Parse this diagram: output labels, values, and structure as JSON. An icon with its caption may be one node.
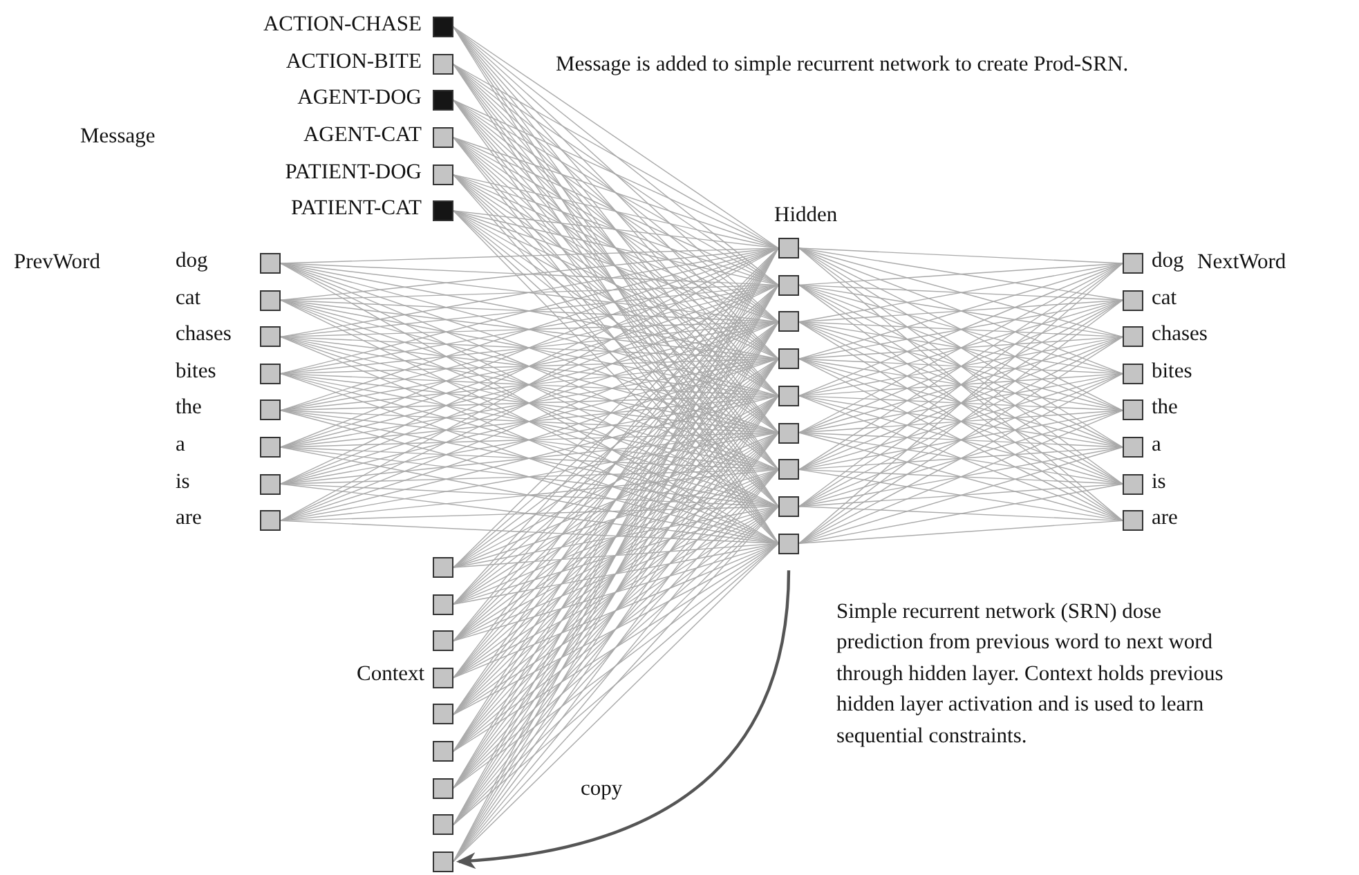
{
  "diagram": {
    "nodes": [
      {
        "text": [],
        "shape": "box",
        "beside": [
          "ACTION-CHASE"
        ]
      },
      {
        "text": [],
        "shape": "box",
        "beside": [
          "ACTION-BITE"
        ]
      },
      {
        "text": [],
        "shape": "box",
        "beside": [
          "AGENT-DOG"
        ]
      },
      {
        "text": [],
        "shape": "box",
        "beside": [
          "AGENT-CAT"
        ]
      },
      {
        "text": [],
        "shape": "box",
        "beside": [
          "PATIENT-DOG"
        ]
      },
      {
        "text": [],
        "shape": "box",
        "beside": [
          "PATIENT-CAT"
        ]
      },
      {
        "text": [],
        "shape": "box",
        "beside": [
          "dog"
        ]
      },
      {
        "text": [],
        "shape": "box",
        "beside": [
          "cat"
        ]
      },
      {
        "text": [],
        "shape": "box",
        "beside": [
          "chases"
        ]
      },
      {
        "text": [],
        "shape": "box",
        "beside": [
          "bites"
        ]
      },
      {
        "text": [],
        "shape": "box",
        "beside": [
          "the"
        ]
      },
      {
        "text": [],
        "shape": "box",
        "beside": [
          "a"
        ]
      },
      {
        "text": [],
        "shape": "box",
        "beside": [
          "is"
        ]
      },
      {
        "text": [],
        "shape": "box",
        "beside": [
          "are"
        ]
      },
      {
        "text": [],
        "shape": "box"
      },
      {
        "text": [],
        "shape": "box"
      },
      {
        "text": [],
        "shape": "box"
      },
      {
        "text": [],
        "shape": "box"
      },
      {
        "text": [],
        "shape": "box"
      },
      {
        "text": [],
        "shape": "box"
      },
      {
        "text": [],
        "shape": "box"
      },
      {
        "text": [],
        "shape": "box"
      },
      {
        "text": [],
        "shape": "box"
      },
      {
        "text": [],
        "shape": "box",
        "beside": [
          "dog"
        ]
      },
      {
        "text": [],
        "shape": "box",
        "beside": [
          "cat"
        ]
      },
      {
        "text": [],
        "shape": "box",
        "beside": [
          "chases"
        ]
      },
      {
        "text": [],
        "shape": "box",
        "beside": [
          "bites"
        ]
      },
      {
        "text": [],
        "shape": "box",
        "beside": [
          "the"
        ]
      },
      {
        "text": [],
        "shape": "box",
        "beside": [
          "a"
        ]
      },
      {
        "text": [],
        "shape": "box",
        "beside": [
          "is"
        ]
      },
      {
        "text": [],
        "shape": "box",
        "beside": [
          "are"
        ]
      },
      {
        "text": [],
        "shape": "box"
      },
      {
        "text": [],
        "shape": "box"
      },
      {
        "text": [],
        "shape": "box"
      },
      {
        "text": [],
        "shape": "box"
      },
      {
        "text": [],
        "shape": "box"
      },
      {
        "text": [],
        "shape": "box"
      },
      {
        "text": [],
        "shape": "box"
      },
      {
        "text": [],
        "shape": "box"
      },
      {
        "text": [],
        "shape": "box"
      }
    ],
    "edges": [
      {
        "from": 0,
        "to": 14,
        "arrow": "none"
      },
      {
        "from": 0,
        "to": 15,
        "arrow": "none"
      },
      {
        "from": 0,
        "to": 16,
        "arrow": "none"
      },
      {
        "from": 0,
        "to": 17,
        "arrow": "none"
      },
      {
        "from": 0,
        "to": 18,
        "arrow": "none"
      },
      {
        "from": 0,
        "to": 19,
        "arrow": "none"
      },
      {
        "from": 0,
        "to": 20,
        "arrow": "none"
      },
      {
        "from": 0,
        "to": 21,
        "arrow": "none"
      },
      {
        "from": 0,
        "to": 22,
        "arrow": "none"
      },
      {
        "from": 1,
        "to": 14,
        "arrow": "none"
      },
      {
        "from": 1,
        "to": 15,
        "arrow": "none"
      },
      {
        "from": 1,
        "to": 16,
        "arrow": "none"
      },
      {
        "from": 1,
        "to": 17,
        "arrow": "none"
      },
      {
        "from": 1,
        "to": 18,
        "arrow": "none"
      },
      {
        "from": 1,
        "to": 19,
        "arrow": "none"
      },
      {
        "from": 1,
        "to": 20,
        "arrow": "none"
      },
      {
        "from": 1,
        "to": 21,
        "arrow": "none"
      },
      {
        "from": 1,
        "to": 22,
        "arrow": "none"
      },
      {
        "from": 2,
        "to": 14,
        "arrow": "none"
      },
      {
        "from": 2,
        "to": 15,
        "arrow": "none"
      },
      {
        "from": 2,
        "to": 16,
        "arrow": "none"
      },
      {
        "from": 2,
        "to": 17,
        "arrow": "none"
      },
      {
        "from": 2,
        "to": 18,
        "arrow": "none"
      },
      {
        "from": 2,
        "to": 19,
        "arrow": "none"
      },
      {
        "from": 2,
        "to": 20,
        "arrow": "none"
      },
      {
        "from": 2,
        "to": 21,
        "arrow": "none"
      },
      {
        "from": 2,
        "to": 22,
        "arrow": "none"
      },
      {
        "from": 3,
        "to": 14,
        "arrow": "none"
      },
      {
        "from": 3,
        "to": 15,
        "arrow": "none"
      },
      {
        "from": 3,
        "to": 16,
        "arrow": "none"
      },
      {
        "from": 3,
        "to": 17,
        "arrow": "none"
      },
      {
        "from": 3,
        "to": 18,
        "arrow": "none"
      },
      {
        "from": 3,
        "to": 19,
        "arrow": "none"
      },
      {
        "from": 3,
        "to": 20,
        "arrow": "none"
      },
      {
        "from": 3,
        "to": 21,
        "arrow": "none"
      },
      {
        "from": 3,
        "to": 22,
        "arrow": "none"
      },
      {
        "from": 4,
        "to": 14,
        "arrow": "none"
      },
      {
        "from": 4,
        "to": 15,
        "arrow": "none"
      },
      {
        "from": 4,
        "to": 16,
        "arrow": "none"
      },
      {
        "from": 4,
        "to": 17,
        "arrow": "none"
      },
      {
        "from": 4,
        "to": 18,
        "arrow": "none"
      },
      {
        "from": 4,
        "to": 19,
        "arrow": "none"
      },
      {
        "from": 4,
        "to": 20,
        "arrow": "none"
      },
      {
        "from": 4,
        "to": 21,
        "arrow": "none"
      },
      {
        "from": 4,
        "to": 22,
        "arrow": "none"
      },
      {
        "from": 5,
        "to": 14,
        "arrow": "none"
      },
      {
        "from": 5,
        "to": 15,
        "arrow": "none"
      },
      {
        "from": 5,
        "to": 16,
        "arrow": "none"
      },
      {
        "from": 5,
        "to": 17,
        "arrow": "none"
      },
      {
        "from": 5,
        "to": 18,
        "arrow": "none"
      },
      {
        "from": 5,
        "to": 19,
        "arrow": "none"
      },
      {
        "from": 5,
        "to": 20,
        "arrow": "none"
      },
      {
        "from": 5,
        "to": 21,
        "arrow": "none"
      },
      {
        "from": 5,
        "to": 22,
        "arrow": "none"
      },
      {
        "from": 6,
        "to": 14,
        "arrow": "none"
      },
      {
        "from": 6,
        "to": 15,
        "arrow": "none"
      },
      {
        "from": 6,
        "to": 16,
        "arrow": "none"
      },
      {
        "from": 6,
        "to": 17,
        "arrow": "none"
      },
      {
        "from": 6,
        "to": 18,
        "arrow": "none"
      },
      {
        "from": 6,
        "to": 19,
        "arrow": "none"
      },
      {
        "from": 6,
        "to": 20,
        "arrow": "none"
      },
      {
        "from": 6,
        "to": 21,
        "arrow": "none"
      },
      {
        "from": 6,
        "to": 22,
        "arrow": "none"
      },
      {
        "from": 7,
        "to": 14,
        "arrow": "none"
      },
      {
        "from": 7,
        "to": 15,
        "arrow": "none"
      },
      {
        "from": 7,
        "to": 16,
        "arrow": "none"
      },
      {
        "from": 7,
        "to": 17,
        "arrow": "none"
      },
      {
        "from": 7,
        "to": 18,
        "arrow": "none"
      },
      {
        "from": 7,
        "to": 19,
        "arrow": "none"
      },
      {
        "from": 7,
        "to": 20,
        "arrow": "none"
      },
      {
        "from": 7,
        "to": 21,
        "arrow": "none"
      },
      {
        "from": 7,
        "to": 22,
        "arrow": "none"
      },
      {
        "from": 8,
        "to": 14,
        "arrow": "none"
      },
      {
        "from": 8,
        "to": 15,
        "arrow": "none"
      },
      {
        "from": 8,
        "to": 16,
        "arrow": "none"
      },
      {
        "from": 8,
        "to": 17,
        "arrow": "none"
      },
      {
        "from": 8,
        "to": 18,
        "arrow": "none"
      },
      {
        "from": 8,
        "to": 19,
        "arrow": "none"
      },
      {
        "from": 8,
        "to": 20,
        "arrow": "none"
      },
      {
        "from": 8,
        "to": 21,
        "arrow": "none"
      },
      {
        "from": 8,
        "to": 22,
        "arrow": "none"
      },
      {
        "from": 9,
        "to": 14,
        "arrow": "none"
      },
      {
        "from": 9,
        "to": 15,
        "arrow": "none"
      },
      {
        "from": 9,
        "to": 16,
        "arrow": "none"
      },
      {
        "from": 9,
        "to": 17,
        "arrow": "none"
      },
      {
        "from": 9,
        "to": 18,
        "arrow": "none"
      },
      {
        "from": 9,
        "to": 19,
        "arrow": "none"
      },
      {
        "from": 9,
        "to": 20,
        "arrow": "none"
      },
      {
        "from": 9,
        "to": 21,
        "arrow": "none"
      },
      {
        "from": 9,
        "to": 22,
        "arrow": "none"
      },
      {
        "from": 10,
        "to": 14,
        "arrow": "none"
      },
      {
        "from": 10,
        "to": 15,
        "arrow": "none"
      },
      {
        "from": 10,
        "to": 16,
        "arrow": "none"
      },
      {
        "from": 10,
        "to": 17,
        "arrow": "none"
      },
      {
        "from": 10,
        "to": 18,
        "arrow": "none"
      },
      {
        "from": 10,
        "to": 19,
        "arrow": "none"
      },
      {
        "from": 10,
        "to": 20,
        "arrow": "none"
      },
      {
        "from": 10,
        "to": 21,
        "arrow": "none"
      },
      {
        "from": 10,
        "to": 22,
        "arrow": "none"
      },
      {
        "from": 11,
        "to": 14,
        "arrow": "none"
      },
      {
        "from": 11,
        "to": 15,
        "arrow": "none"
      },
      {
        "from": 11,
        "to": 16,
        "arrow": "none"
      },
      {
        "from": 11,
        "to": 17,
        "arrow": "none"
      },
      {
        "from": 11,
        "to": 18,
        "arrow": "none"
      },
      {
        "from": 11,
        "to": 19,
        "arrow": "none"
      },
      {
        "from": 11,
        "to": 20,
        "arrow": "none"
      },
      {
        "from": 11,
        "to": 21,
        "arrow": "none"
      },
      {
        "from": 11,
        "to": 22,
        "arrow": "none"
      },
      {
        "from": 12,
        "to": 14,
        "arrow": "none"
      },
      {
        "from": 12,
        "to": 15,
        "arrow": "none"
      },
      {
        "from": 12,
        "to": 16,
        "arrow": "none"
      },
      {
        "from": 12,
        "to": 17,
        "arrow": "none"
      },
      {
        "from": 12,
        "to": 18,
        "arrow": "none"
      },
      {
        "from": 12,
        "to": 19,
        "arrow": "none"
      },
      {
        "from": 12,
        "to": 20,
        "arrow": "none"
      },
      {
        "from": 12,
        "to": 21,
        "arrow": "none"
      },
      {
        "from": 12,
        "to": 22,
        "arrow": "none"
      },
      {
        "from": 13,
        "to": 14,
        "arrow": "none"
      },
      {
        "from": 13,
        "to": 15,
        "arrow": "none"
      },
      {
        "from": 13,
        "to": 16,
        "arrow": "none"
      },
      {
        "from": 13,
        "to": 17,
        "arrow": "none"
      },
      {
        "from": 13,
        "to": 18,
        "arrow": "none"
      },
      {
        "from": 13,
        "to": 19,
        "arrow": "none"
      },
      {
        "from": 13,
        "to": 20,
        "arrow": "none"
      },
      {
        "from": 13,
        "to": 21,
        "arrow": "none"
      },
      {
        "from": 13,
        "to": 22,
        "arrow": "none"
      },
      {
        "from": 31,
        "to": 14,
        "arrow": "none"
      },
      {
        "from": 31,
        "to": 15,
        "arrow": "none"
      },
      {
        "from": 31,
        "to": 16,
        "arrow": "none"
      },
      {
        "from": 31,
        "to": 17,
        "arrow": "none"
      },
      {
        "from": 31,
        "to": 18,
        "arrow": "none"
      },
      {
        "from": 31,
        "to": 19,
        "arrow": "none"
      },
      {
        "from": 31,
        "to": 20,
        "arrow": "none"
      },
      {
        "from": 31,
        "to": 21,
        "arrow": "none"
      },
      {
        "from": 31,
        "to": 22,
        "arrow": "none"
      },
      {
        "from": 32,
        "to": 14,
        "arrow": "none"
      },
      {
        "from": 32,
        "to": 15,
        "arrow": "none"
      },
      {
        "from": 32,
        "to": 16,
        "arrow": "none"
      },
      {
        "from": 32,
        "to": 17,
        "arrow": "none"
      },
      {
        "from": 32,
        "to": 18,
        "arrow": "none"
      },
      {
        "from": 32,
        "to": 19,
        "arrow": "none"
      },
      {
        "from": 32,
        "to": 20,
        "arrow": "none"
      },
      {
        "from": 32,
        "to": 21,
        "arrow": "none"
      },
      {
        "from": 32,
        "to": 22,
        "arrow": "none"
      },
      {
        "from": 33,
        "to": 14,
        "arrow": "none"
      },
      {
        "from": 33,
        "to": 15,
        "arrow": "none"
      },
      {
        "from": 33,
        "to": 16,
        "arrow": "none"
      },
      {
        "from": 33,
        "to": 17,
        "arrow": "none"
      },
      {
        "from": 33,
        "to": 18,
        "arrow": "none"
      },
      {
        "from": 33,
        "to": 19,
        "arrow": "none"
      },
      {
        "from": 33,
        "to": 20,
        "arrow": "none"
      },
      {
        "from": 33,
        "to": 21,
        "arrow": "none"
      },
      {
        "from": 33,
        "to": 22,
        "arrow": "none"
      },
      {
        "from": 34,
        "to": 14,
        "arrow": "none"
      },
      {
        "from": 34,
        "to": 15,
        "arrow": "none"
      },
      {
        "from": 34,
        "to": 16,
        "arrow": "none"
      },
      {
        "from": 34,
        "to": 17,
        "arrow": "none"
      },
      {
        "from": 34,
        "to": 18,
        "arrow": "none"
      },
      {
        "from": 34,
        "to": 19,
        "arrow": "none"
      },
      {
        "from": 34,
        "to": 20,
        "arrow": "none"
      },
      {
        "from": 34,
        "to": 21,
        "arrow": "none"
      },
      {
        "from": 34,
        "to": 22,
        "arrow": "none"
      },
      {
        "from": 35,
        "to": 14,
        "arrow": "none"
      },
      {
        "from": 35,
        "to": 15,
        "arrow": "none"
      },
      {
        "from": 35,
        "to": 16,
        "arrow": "none"
      },
      {
        "from": 35,
        "to": 17,
        "arrow": "none"
      },
      {
        "from": 35,
        "to": 18,
        "arrow": "none"
      },
      {
        "from": 35,
        "to": 19,
        "arrow": "none"
      },
      {
        "from": 35,
        "to": 20,
        "arrow": "none"
      },
      {
        "from": 35,
        "to": 21,
        "arrow": "none"
      },
      {
        "from": 35,
        "to": 22,
        "arrow": "none"
      },
      {
        "from": 36,
        "to": 14,
        "arrow": "none"
      },
      {
        "from": 36,
        "to": 15,
        "arrow": "none"
      },
      {
        "from": 36,
        "to": 16,
        "arrow": "none"
      },
      {
        "from": 36,
        "to": 17,
        "arrow": "none"
      },
      {
        "from": 36,
        "to": 18,
        "arrow": "none"
      },
      {
        "from": 36,
        "to": 19,
        "arrow": "none"
      },
      {
        "from": 36,
        "to": 20,
        "arrow": "none"
      },
      {
        "from": 36,
        "to": 21,
        "arrow": "none"
      },
      {
        "from": 36,
        "to": 22,
        "arrow": "none"
      },
      {
        "from": 37,
        "to": 14,
        "arrow": "none"
      },
      {
        "from": 37,
        "to": 15,
        "arrow": "none"
      },
      {
        "from": 37,
        "to": 16,
        "arrow": "none"
      },
      {
        "from": 37,
        "to": 17,
        "arrow": "none"
      },
      {
        "from": 37,
        "to": 18,
        "arrow": "none"
      },
      {
        "from": 37,
        "to": 19,
        "arrow": "none"
      },
      {
        "from": 37,
        "to": 20,
        "arrow": "none"
      },
      {
        "from": 37,
        "to": 21,
        "arrow": "none"
      },
      {
        "from": 37,
        "to": 22,
        "arrow": "none"
      },
      {
        "from": 38,
        "to": 14,
        "arrow": "none"
      },
      {
        "from": 38,
        "to": 15,
        "arrow": "none"
      },
      {
        "from": 38,
        "to": 16,
        "arrow": "none"
      },
      {
        "from": 38,
        "to": 17,
        "arrow": "none"
      },
      {
        "from": 38,
        "to": 18,
        "arrow": "none"
      },
      {
        "from": 38,
        "to": 19,
        "arrow": "none"
      },
      {
        "from": 38,
        "to": 20,
        "arrow": "none"
      },
      {
        "from": 38,
        "to": 21,
        "arrow": "none"
      },
      {
        "from": 38,
        "to": 22,
        "arrow": "none"
      },
      {
        "from": 39,
        "to": 14,
        "arrow": "none"
      },
      {
        "from": 39,
        "to": 15,
        "arrow": "none"
      },
      {
        "from": 39,
        "to": 16,
        "arrow": "none"
      },
      {
        "from": 39,
        "to": 17,
        "arrow": "none"
      },
      {
        "from": 39,
        "to": 18,
        "arrow": "none"
      },
      {
        "from": 39,
        "to": 19,
        "arrow": "none"
      },
      {
        "from": 39,
        "to": 20,
        "arrow": "none"
      },
      {
        "from": 39,
        "to": 21,
        "arrow": "none"
      },
      {
        "from": 39,
        "to": 22,
        "arrow": "none"
      },
      {
        "from": 14,
        "to": 23,
        "arrow": "none"
      },
      {
        "from": 14,
        "to": 24,
        "arrow": "none"
      },
      {
        "from": 14,
        "to": 25,
        "arrow": "none"
      },
      {
        "from": 14,
        "to": 26,
        "arrow": "none"
      },
      {
        "from": 14,
        "to": 27,
        "arrow": "none"
      },
      {
        "from": 14,
        "to": 28,
        "arrow": "none"
      },
      {
        "from": 14,
        "to": 29,
        "arrow": "none"
      },
      {
        "from": 14,
        "to": 30,
        "arrow": "none"
      },
      {
        "from": 15,
        "to": 23,
        "arrow": "none"
      },
      {
        "from": 15,
        "to": 24,
        "arrow": "none"
      },
      {
        "from": 15,
        "to": 25,
        "arrow": "none"
      },
      {
        "from": 15,
        "to": 26,
        "arrow": "none"
      },
      {
        "from": 15,
        "to": 27,
        "arrow": "none"
      },
      {
        "from": 15,
        "to": 28,
        "arrow": "none"
      },
      {
        "from": 15,
        "to": 29,
        "arrow": "none"
      },
      {
        "from": 15,
        "to": 30,
        "arrow": "none"
      },
      {
        "from": 16,
        "to": 23,
        "arrow": "none"
      },
      {
        "from": 16,
        "to": 24,
        "arrow": "none"
      },
      {
        "from": 16,
        "to": 25,
        "arrow": "none"
      },
      {
        "from": 16,
        "to": 26,
        "arrow": "none"
      },
      {
        "from": 16,
        "to": 27,
        "arrow": "none"
      },
      {
        "from": 16,
        "to": 28,
        "arrow": "none"
      },
      {
        "from": 16,
        "to": 29,
        "arrow": "none"
      },
      {
        "from": 16,
        "to": 30,
        "arrow": "none"
      },
      {
        "from": 17,
        "to": 23,
        "arrow": "none"
      },
      {
        "from": 17,
        "to": 24,
        "arrow": "none"
      },
      {
        "from": 17,
        "to": 25,
        "arrow": "none"
      },
      {
        "from": 17,
        "to": 26,
        "arrow": "none"
      },
      {
        "from": 17,
        "to": 27,
        "arrow": "none"
      },
      {
        "from": 17,
        "to": 28,
        "arrow": "none"
      },
      {
        "from": 17,
        "to": 29,
        "arrow": "none"
      },
      {
        "from": 17,
        "to": 30,
        "arrow": "none"
      },
      {
        "from": 18,
        "to": 23,
        "arrow": "none"
      },
      {
        "from": 18,
        "to": 24,
        "arrow": "none"
      },
      {
        "from": 18,
        "to": 25,
        "arrow": "none"
      },
      {
        "from": 18,
        "to": 26,
        "arrow": "none"
      },
      {
        "from": 18,
        "to": 27,
        "arrow": "none"
      },
      {
        "from": 18,
        "to": 28,
        "arrow": "none"
      },
      {
        "from": 18,
        "to": 29,
        "arrow": "none"
      },
      {
        "from": 18,
        "to": 30,
        "arrow": "none"
      },
      {
        "from": 19,
        "to": 23,
        "arrow": "none"
      },
      {
        "from": 19,
        "to": 24,
        "arrow": "none"
      },
      {
        "from": 19,
        "to": 25,
        "arrow": "none"
      },
      {
        "from": 19,
        "to": 26,
        "arrow": "none"
      },
      {
        "from": 19,
        "to": 27,
        "arrow": "none"
      },
      {
        "from": 19,
        "to": 28,
        "arrow": "none"
      },
      {
        "from": 19,
        "to": 29,
        "arrow": "none"
      },
      {
        "from": 19,
        "to": 30,
        "arrow": "none"
      },
      {
        "from": 20,
        "to": 23,
        "arrow": "none"
      },
      {
        "from": 20,
        "to": 24,
        "arrow": "none"
      },
      {
        "from": 20,
        "to": 25,
        "arrow": "none"
      },
      {
        "from": 20,
        "to": 26,
        "arrow": "none"
      },
      {
        "from": 20,
        "to": 27,
        "arrow": "none"
      },
      {
        "from": 20,
        "to": 28,
        "arrow": "none"
      },
      {
        "from": 20,
        "to": 29,
        "arrow": "none"
      },
      {
        "from": 20,
        "to": 30,
        "arrow": "none"
      },
      {
        "from": 21,
        "to": 23,
        "arrow": "none"
      },
      {
        "from": 21,
        "to": 24,
        "arrow": "none"
      },
      {
        "from": 21,
        "to": 25,
        "arrow": "none"
      },
      {
        "from": 21,
        "to": 26,
        "arrow": "none"
      },
      {
        "from": 21,
        "to": 27,
        "arrow": "none"
      },
      {
        "from": 21,
        "to": 28,
        "arrow": "none"
      },
      {
        "from": 21,
        "to": 29,
        "arrow": "none"
      },
      {
        "from": 21,
        "to": 30,
        "arrow": "none"
      },
      {
        "from": 22,
        "to": 23,
        "arrow": "none"
      },
      {
        "from": 22,
        "to": 24,
        "arrow": "none"
      },
      {
        "from": 22,
        "to": 25,
        "arrow": "none"
      },
      {
        "from": 22,
        "to": 26,
        "arrow": "none"
      },
      {
        "from": 22,
        "to": 27,
        "arrow": "none"
      },
      {
        "from": 22,
        "to": 28,
        "arrow": "none"
      },
      {
        "from": 22,
        "to": 29,
        "arrow": "none"
      },
      {
        "from": 22,
        "to": 30,
        "arrow": "none"
      },
      {
        "from": 22,
        "to": 39,
        "arrow": "to",
        "label": "copy",
        "style": "thick",
        "color": "#555555"
      }
    ],
    "labels": [
      "Message is added to simple recurrent network to create Prod-SRN.",
      "Message",
      "PrevWord",
      "Hidden",
      "NextWord",
      "Context",
      "Simple recurrent network (SRN) dose prediction from previous word to next word through hidden layer. Context holds previous hidden layer activation and is used to learn sequential constraints."
    ]
  }
}
